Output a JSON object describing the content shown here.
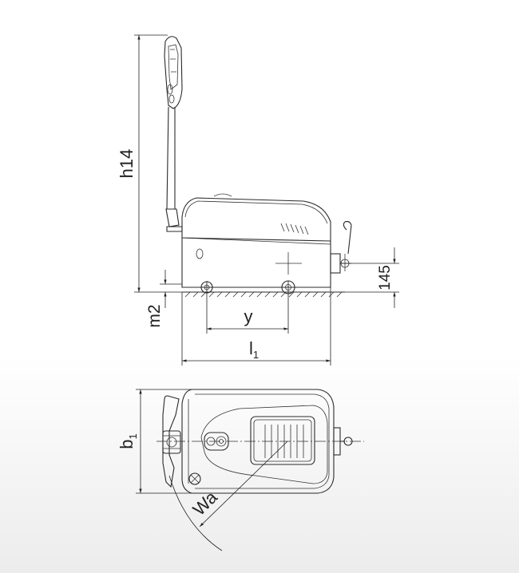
{
  "labels": {
    "height_handle": "h14",
    "height_fork": "145",
    "ground_clearance": "m2",
    "wheelbase": "y",
    "length_base": "l",
    "length_sub": "1",
    "width_base": "b",
    "width_sub": "1",
    "turning_radius": "Wa"
  }
}
